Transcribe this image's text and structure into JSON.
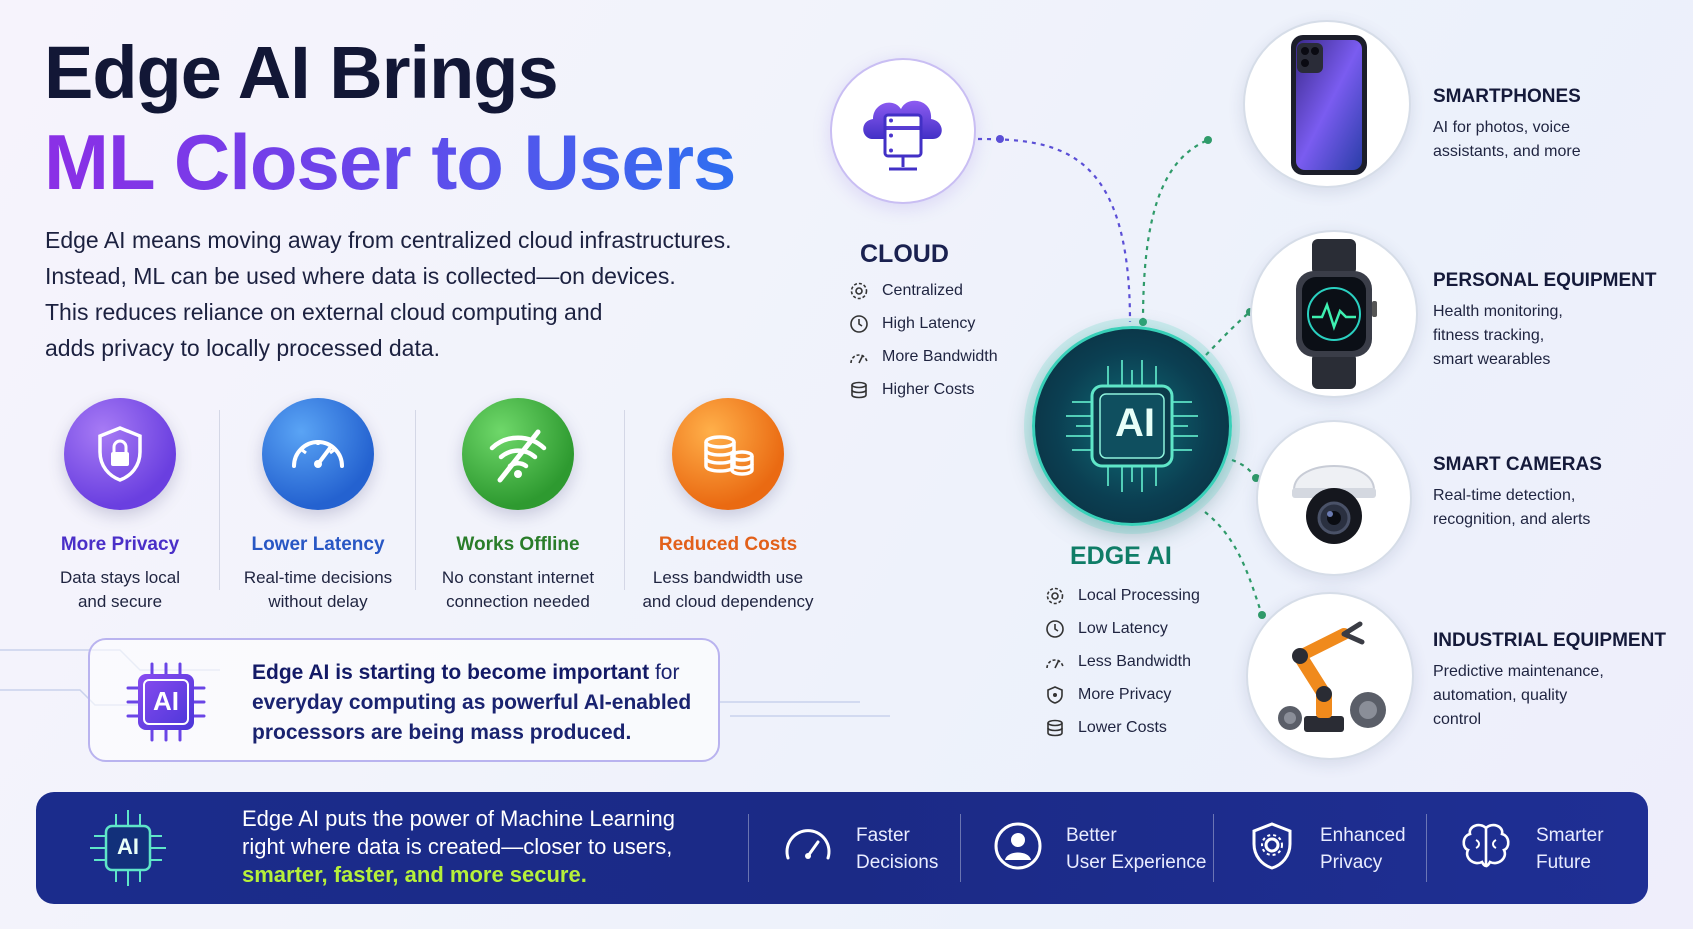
{
  "title": {
    "line1": "Edge AI Brings",
    "line2": "ML Closer to Users"
  },
  "intro": [
    "Edge AI means moving away from centralized cloud infrastructures.",
    "Instead, ML can be used where data is collected—on devices.",
    "This reduces reliance on external cloud computing and",
    "adds privacy to locally processed data."
  ],
  "benefits": [
    {
      "title": "More Privacy",
      "desc1": "Data stays local",
      "desc2": "and secure",
      "color": "#6a3fe0",
      "icon": "shield-lock-icon"
    },
    {
      "title": "Lower Latency",
      "desc1": "Real-time decisions",
      "desc2": "without delay",
      "color": "#2a66d6",
      "icon": "speedometer-icon"
    },
    {
      "title": "Works Offline",
      "desc1": "No constant internet",
      "desc2": "connection needed",
      "color": "#2e8a2e",
      "icon": "wifi-off-icon"
    },
    {
      "title": "Reduced Costs",
      "desc1": "Less bandwidth use",
      "desc2": "and cloud dependency",
      "color": "#ea6a12",
      "icon": "coins-icon"
    }
  ],
  "info_box": {
    "bold": "Edge AI is starting to become important",
    "rest1": " for",
    "line2": "everyday computing as powerful AI-enabled",
    "line3": "processors are being mass produced.",
    "chip_label": "AI"
  },
  "cloud": {
    "title": "CLOUD",
    "items": [
      "Centralized",
      "High Latency",
      "More Bandwidth",
      "Higher Costs"
    ]
  },
  "edge": {
    "chip_label": "AI",
    "title": "EDGE AI",
    "items": [
      "Local Processing",
      "Low Latency",
      "Less Bandwidth",
      "More Privacy",
      "Lower Costs"
    ]
  },
  "devices": [
    {
      "title": "SMARTPHONES",
      "desc": [
        "AI for photos, voice",
        "assistants, and more"
      ],
      "icon": "smartphone-icon"
    },
    {
      "title": "PERSONAL EQUIPMENT",
      "desc": [
        "Health monitoring,",
        "fitness tracking,",
        "smart wearables"
      ],
      "icon": "smartwatch-icon"
    },
    {
      "title": "SMART CAMERAS",
      "desc": [
        "Real-time detection,",
        "recognition, and alerts"
      ],
      "icon": "camera-icon"
    },
    {
      "title": "INDUSTRIAL EQUIPMENT",
      "desc": [
        "Predictive maintenance,",
        "automation, quality",
        "control"
      ],
      "icon": "robot-arm-icon"
    }
  ],
  "banner": {
    "chip_label": "AI",
    "line1": "Edge AI puts the power of Machine Learning",
    "line2": "right where data is created—closer to users,",
    "line3": "smarter, faster, and more secure.",
    "items": [
      {
        "l1": "Faster",
        "l2": "Decisions",
        "icon": "gauge-icon"
      },
      {
        "l1": "Better",
        "l2": "User Experience",
        "icon": "user-icon"
      },
      {
        "l1": "Enhanced",
        "l2": "Privacy",
        "icon": "shield-gear-icon"
      },
      {
        "l1": "Smarter",
        "l2": "Future",
        "icon": "brain-icon"
      }
    ]
  },
  "colors": {
    "accent_purple": "#7b3fe4",
    "accent_blue": "#2f6ff0",
    "edge_teal": "#0f7d67",
    "banner_bg": "#1b2c8c",
    "banner_highlight": "#b6f03a"
  }
}
